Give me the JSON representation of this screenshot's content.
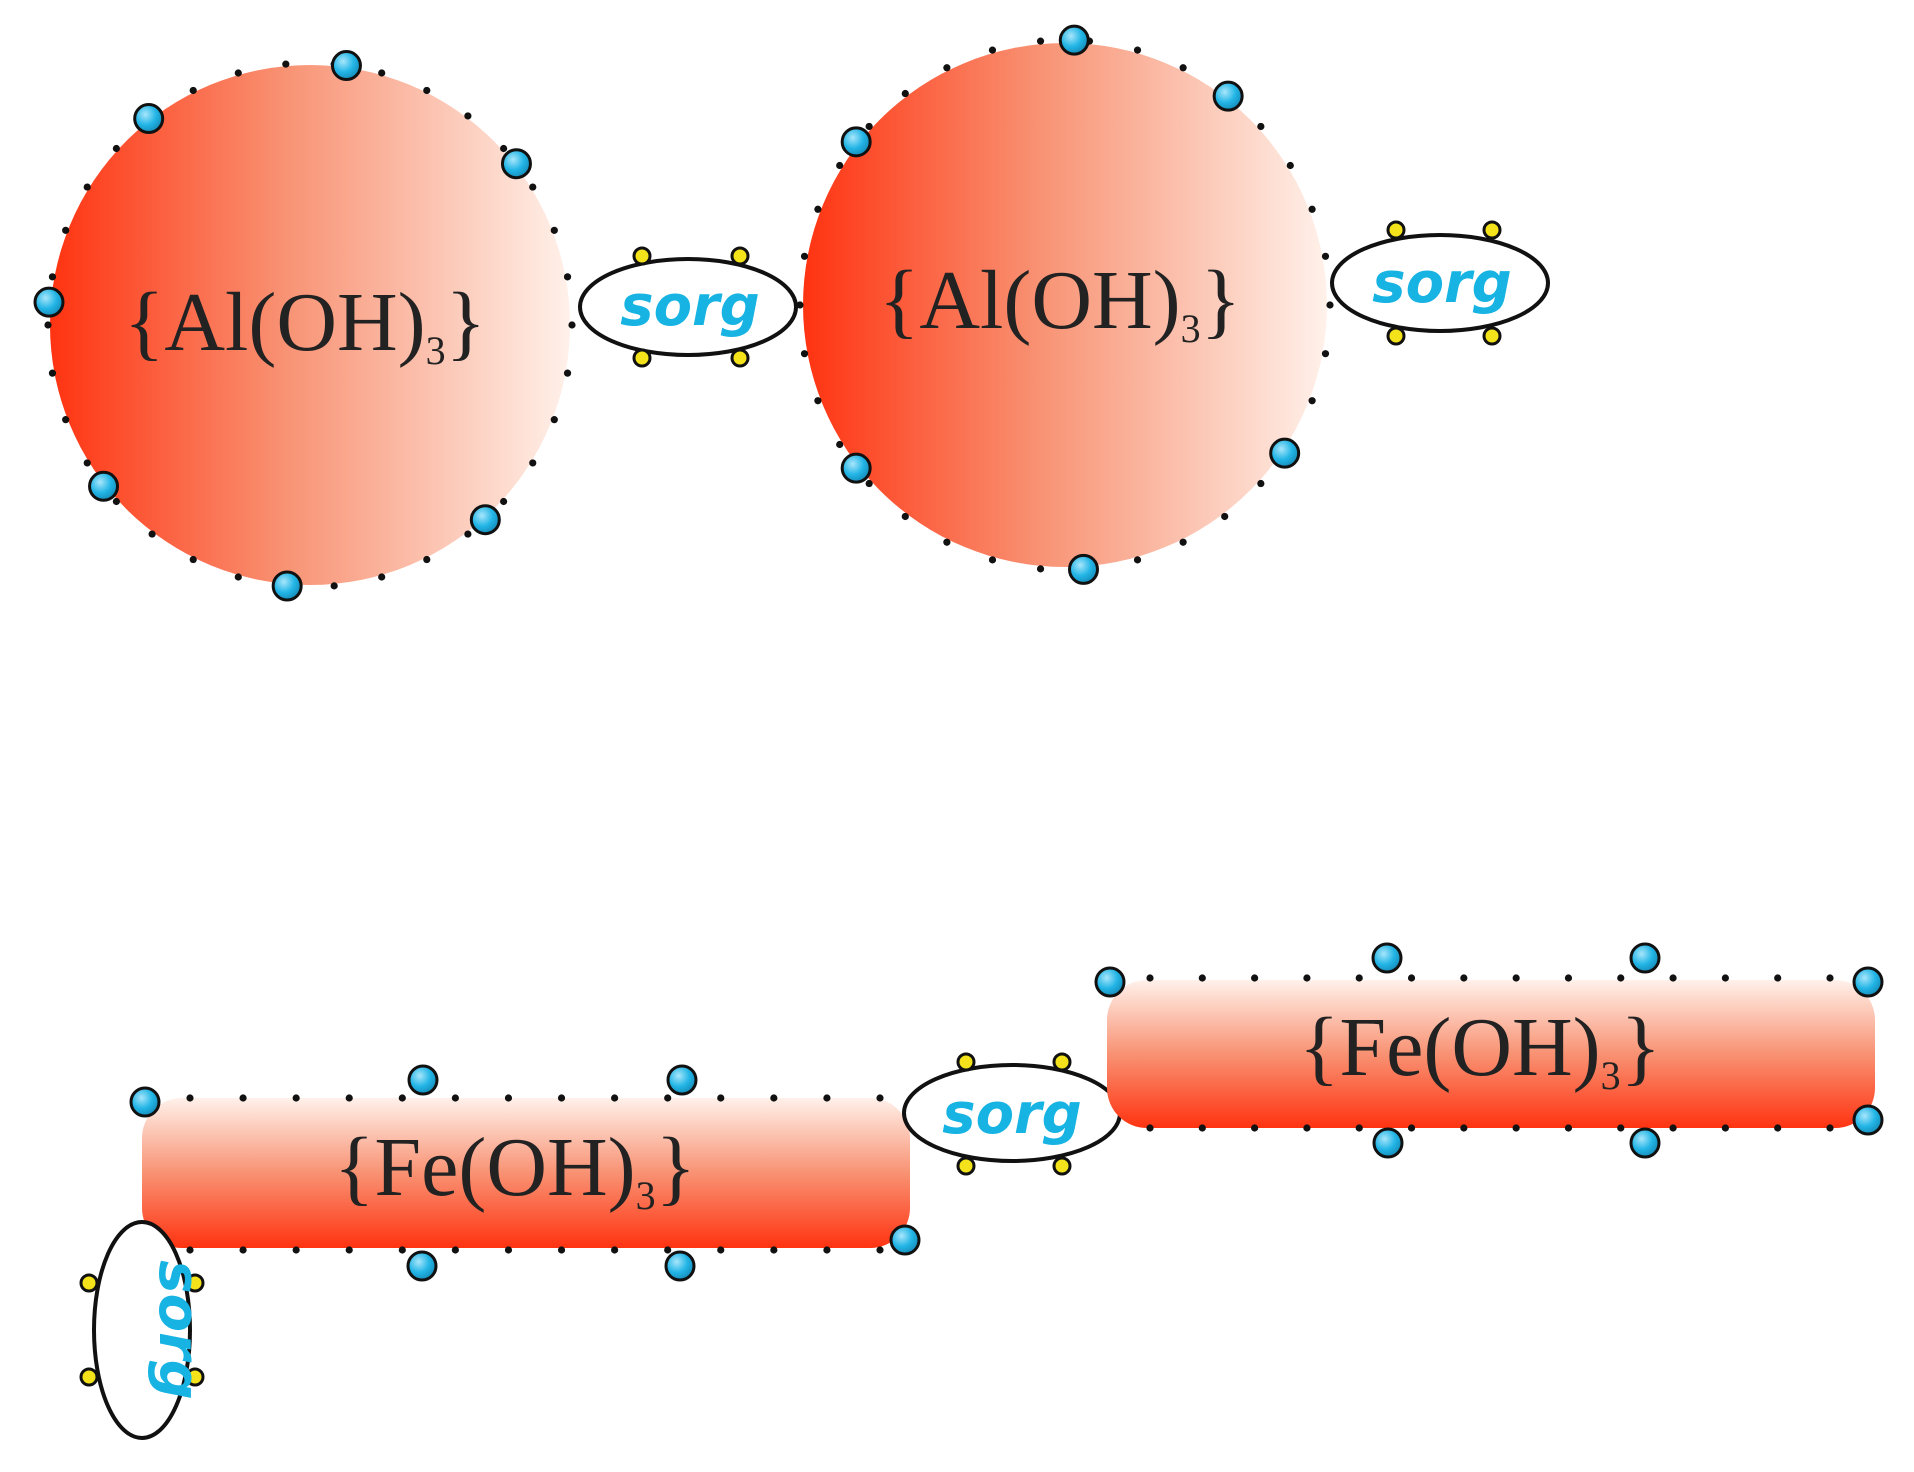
{
  "colors": {
    "particle_dark": "#ff3311",
    "particle_mid": "#f89273",
    "particle_light": "#fff1ea",
    "hydroxyl_site": "#22b5e6",
    "sorg_site": "#f4e31a",
    "sorg_text": "#16b3e3",
    "outline": "#111111"
  },
  "particles": [
    {
      "id": "al-1",
      "shape": "circle",
      "formula": "Al(OH)",
      "subscript": "3"
    },
    {
      "id": "al-2",
      "shape": "circle",
      "formula": "Al(OH)",
      "subscript": "3"
    },
    {
      "id": "fe-1",
      "shape": "rod",
      "formula": "Fe(OH)",
      "subscript": "3"
    },
    {
      "id": "fe-2",
      "shape": "rod",
      "formula": "Fe(OH)",
      "subscript": "3"
    }
  ],
  "sorg": [
    {
      "id": "sorg-1",
      "label": "sorg"
    },
    {
      "id": "sorg-2",
      "label": "sorg"
    },
    {
      "id": "sorg-3",
      "label": "sorg"
    },
    {
      "id": "sorg-4",
      "label": "sorg"
    }
  ]
}
